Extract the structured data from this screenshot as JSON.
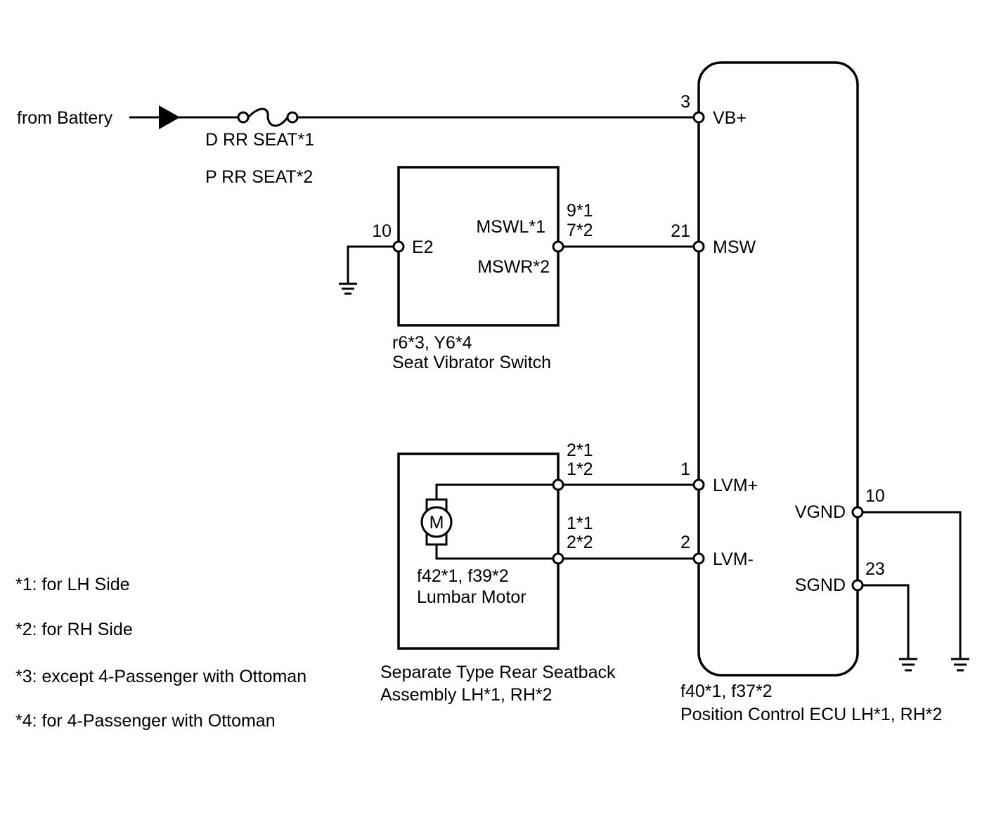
{
  "source": {
    "label": "from Battery"
  },
  "fuse": {
    "name_lh": "D RR SEAT*1",
    "name_rh": "P RR SEAT*2"
  },
  "switch": {
    "pin_left_number": "10",
    "pin_left_name": "E2",
    "pin_right_name_lh": "MSWL*1",
    "pin_right_name_rh": "MSWR*2",
    "pin_right_number_lh": "9*1",
    "pin_right_number_rh": "7*2",
    "connector": "r6*3, Y6*4",
    "name": "Seat Vibrator Switch"
  },
  "motor": {
    "symbol": "M",
    "pin_top_lh": "2*1",
    "pin_top_rh": "1*2",
    "pin_bottom_lh": "1*1",
    "pin_bottom_rh": "2*2",
    "connector": "f42*1, f39*2",
    "name": "Lumbar Motor"
  },
  "seatback": {
    "line1": "Separate Type Rear Seatback",
    "line2": "Assembly LH*1, RH*2"
  },
  "ecu": {
    "pins": {
      "vb": {
        "number": "3",
        "name": "VB+"
      },
      "msw": {
        "number": "21",
        "name": "MSW"
      },
      "lvm_plus": {
        "number": "1",
        "name": "LVM+"
      },
      "lvm_minus": {
        "number": "2",
        "name": "LVM-"
      },
      "vgnd": {
        "number": "10",
        "name": "VGND"
      },
      "sgnd": {
        "number": "23",
        "name": "SGND"
      }
    },
    "connector": "f40*1, f37*2",
    "name": "Position Control ECU LH*1, RH*2"
  },
  "notes": [
    "*1: for LH Side",
    "*2: for RH Side",
    "*3: except 4-Passenger with Ottoman",
    "*4: for 4-Passenger with Ottoman"
  ]
}
